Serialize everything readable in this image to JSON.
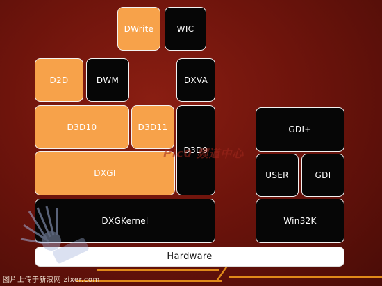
{
  "blocks": {
    "dwrite": "DWrite",
    "wic": "WIC",
    "d2d": "D2D",
    "dwm": "DWM",
    "dxva": "DXVA",
    "d3d10": "D3D10",
    "d3d11": "D3D11",
    "d3d9": "D3D9",
    "dxgi": "DXGI",
    "dxgkernel": "DXGKernel",
    "gdiplus": "GDI+",
    "user": "USER",
    "gdi": "GDI",
    "win32k": "Win32K",
    "hardware": "Hardware"
  },
  "watermark": {
    "center_text": "Pic0 频道中心",
    "footer": "图片上传于新浪网 zixer.com"
  },
  "colors": {
    "background": "#6e140c",
    "orange": "#f7a24a",
    "black": "#060606",
    "accent_line": "#e08a1a"
  }
}
